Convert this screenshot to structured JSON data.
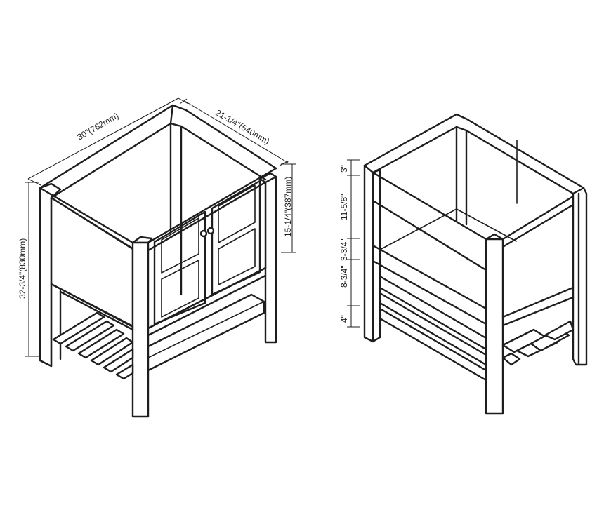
{
  "figure": {
    "left_view": {
      "width_label": "30\"(762mm)",
      "depth_label": "21-1/4\"(540mm)",
      "height_label": "32-3/4\"(830mm)",
      "door_height_label": "15-1/4\"(387mm)"
    },
    "right_view": {
      "dims": [
        "3\"",
        "11-5/8\"",
        "3-3/4\"",
        "8-3/4\"",
        "4\""
      ]
    }
  }
}
